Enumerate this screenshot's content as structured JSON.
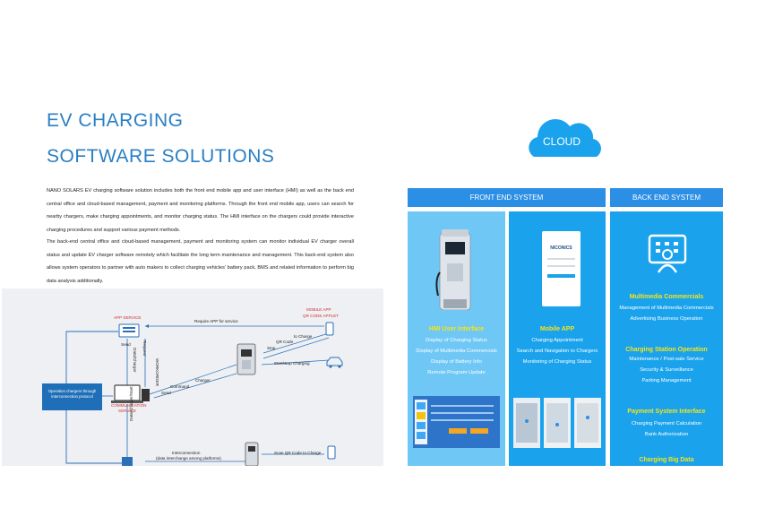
{
  "heading": {
    "line1": "EV CHARGING",
    "line2": "SOFTWARE SOLUTIONS"
  },
  "paragraphs": [
    "NANO SOLARS EV charging software solution includes both the front end mobile app and user interface (HMI) as well as the back end central office and cloud-based management, payment and monitoring platforms. Through the front end mobile app, users can search for nearby chargers, make charging appointments, and monitor charging status. The HMI interface on the chargers could provide interactive charging procedures and support various payment methods.",
    "The back-end central office and cloud-based management, payment and monitoring system can monitor individual EV charger overall status and update EV charger software remotely which facilitate the long term maintenance and management. This back-end system also allows system operators to partner with auto makers to collect charging vehicles' battery pack, BMS and related information to perform big data analysis additionally."
  ],
  "diagram": {
    "app_service": "APP SERVICE",
    "mobile_app": "MOBILE APP",
    "qr_applet": "QR CODE APPLET",
    "require_app": "Require APP for service",
    "request": "Request",
    "send": "Send",
    "data_charger": "Data/Charger",
    "workorder": "WORKORDER",
    "command": "Command",
    "send2": "Send",
    "charger": "Charger",
    "qr_code": "QR Code",
    "stop": "Stop",
    "to_charge": "to Charge",
    "start_stop": "Start/stop Charging",
    "communication": "COMMUNICATION",
    "service": "SERVICE",
    "operation": "Operation chargers through interconnection protocol",
    "data_charger_start": "Data/Charger/Start",
    "interconnection": "Interconnection",
    "interchange": "(data interchange among platforms)",
    "scan_qr": "Scan QR Code to Charge"
  },
  "cloud": {
    "label": "CLOUD"
  },
  "front_end": {
    "header": "FRONT END SYSTEM",
    "hmi": {
      "title": "HMI User Interface",
      "items": [
        "Display of Charging Status",
        "Display of Multimedia Commercials",
        "Display of Battery Info",
        "Remote Program Update"
      ]
    },
    "mobile": {
      "title": "Mobile APP",
      "items": [
        "Charging Appointment",
        "Search and Navigation to Chargers",
        "Monitoring of Charging Status"
      ],
      "phone_brand": "NICONICS"
    }
  },
  "back_end": {
    "header": "BACK END SYSTEM",
    "sections": [
      {
        "title": "Multimedia Commercials",
        "items": [
          "Management of Multimedia Commercials",
          "Advertising Business Operation"
        ]
      },
      {
        "title": "Charging Station Operation",
        "items": [
          "Maintenance / Post-sale Service",
          "Security & Surveillance",
          "Parking Management"
        ]
      },
      {
        "title": "Payment System Interface",
        "items": [
          "Charging Payment Calculation",
          "Bank Authorization"
        ]
      },
      {
        "title": "Charging Big Data",
        "items": []
      }
    ]
  },
  "colors": {
    "accent": "#2a7fc4",
    "header_blue": "#2b8fe6",
    "panel_blue": "#1aa3ec",
    "panel_light": "#6fc7f6",
    "highlight_yellow": "#f5e417"
  }
}
